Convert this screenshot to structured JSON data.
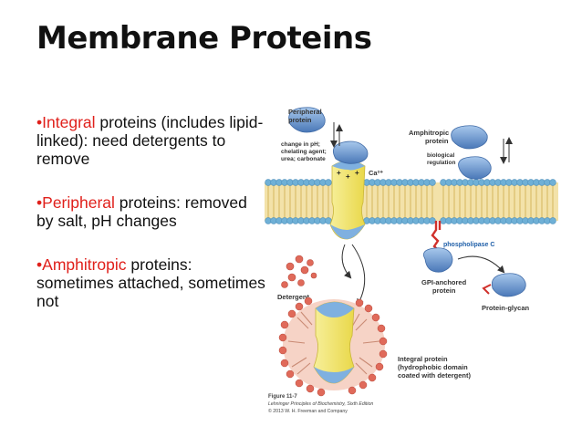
{
  "slide": {
    "title": "Membrane Proteins",
    "bullets": [
      {
        "marker": "•",
        "keyword": "Integral",
        "text": " proteins (includes lipid-linked): need detergents to remove"
      },
      {
        "marker": "•",
        "keyword": "Peripheral",
        "text": " proteins: removed by salt, pH changes"
      },
      {
        "marker": "•",
        "keyword": "Amphitropic",
        "text": " proteins: sometimes attached, sometimes not"
      }
    ]
  },
  "figure": {
    "labels": {
      "peripheral_line1": "Peripheral",
      "peripheral_line2": "protein",
      "conditions_line1": "change in pH;",
      "conditions_line2": "chelating agent;",
      "conditions_line3": "urea; carbonate",
      "amphitropic_line1": "Amphitropic",
      "amphitropic_line2": "protein",
      "regulation_line1": "biological",
      "regulation_line2": "regulation",
      "calcium": "Ca²⁺",
      "phospholipase": "phospholipase C",
      "detergent": "Detergent",
      "gpi_line1": "GPI-anchored",
      "gpi_line2": "protein",
      "protein_glycan": "Protein-glycan",
      "integral_line1": "Integral protein",
      "integral_line2": "(hydrophobic domain",
      "integral_line3": "coated with detergent)"
    },
    "caption": {
      "figure_number": "Figure 11-7",
      "book": "Lehninger Principles of Biochemistry, Sixth Edition",
      "copyright": "© 2013 W. H. Freeman and Company"
    },
    "colors": {
      "protein_blue": "#5b86c4",
      "integral_yellow": "#f2e66a",
      "lipid_head": "#6fb0d6",
      "lipid_tail": "#e7cf8a",
      "detergent_red": "#e06a5a",
      "phospholipase_red": "#d0302b",
      "keyword_red": "#e0201b"
    }
  }
}
